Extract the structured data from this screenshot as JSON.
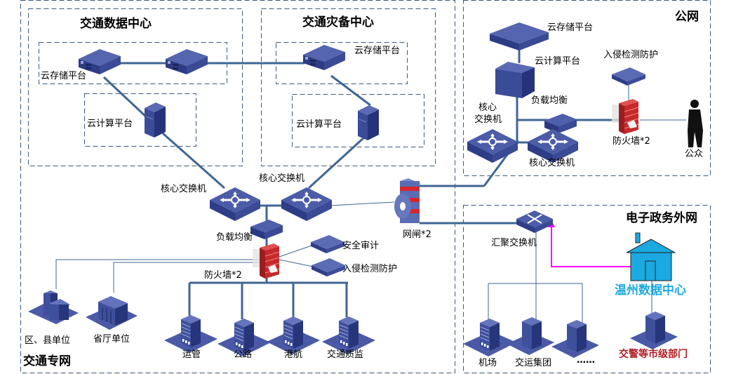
{
  "zones": {
    "traffic_private_net": "交通专网",
    "traffic_data_center": "交通数据中心",
    "traffic_backup_center": "交通灾备中心",
    "public_net": "公网",
    "egov_extranet": "电子政务外网"
  },
  "labels": {
    "dc_cloud_storage": "云存储平台",
    "dc_cloud_compute": "云计算平台",
    "bk_cloud_storage": "云存储平台",
    "bk_cloud_compute": "云计算平台",
    "core_switch_left": "核心交换机",
    "core_switch_right": "核心交换机",
    "load_balancer": "负载均衡",
    "firewall": "防火墙*2",
    "security_audit": "安全审计",
    "ids": "入侵检测防护",
    "gatekeeper": "网闸*2",
    "district_units": "区、县单位",
    "provincial_units": "省厅单位",
    "branch_yunguan": "运管",
    "branch_gonglu": "公路",
    "branch_ganghang": "港航",
    "branch_zhijian": "交通质监",
    "pub_cloud_storage": "云存储平台",
    "pub_cloud_compute": "云计算平台",
    "pub_ids": "入侵检测防护",
    "pub_load_balancer": "负载均衡",
    "pub_core_switch_a": "核心\n交换机",
    "pub_core_switch_a_l1": "核心",
    "pub_core_switch_a_l2": "交换机",
    "pub_core_switch_b": "核心交换机",
    "pub_firewall": "防火墙*2",
    "public_user": "公众",
    "agg_switch": "汇聚交换机",
    "airport": "机场",
    "transport_group": "交运集团",
    "more": "……",
    "wenzhou_dc": "温州数据中心",
    "police_depts": "交警等市级部门"
  },
  "colors": {
    "device_blue": "#3d4f9a",
    "device_dark": "#27357a",
    "line_blue": "#3f6593",
    "firewall_red": "#c0282a",
    "dashed_border": "#3c5a78",
    "wenzhou_blue": "#1ba9e1",
    "police_red": "#b01e23",
    "arrow_magenta": "#ff00ff",
    "arrow_orange": "#f06a2a"
  }
}
